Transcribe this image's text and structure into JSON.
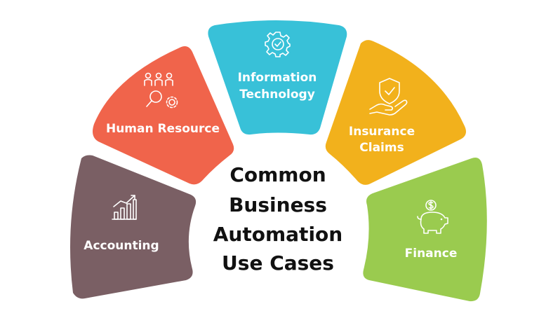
{
  "center": {
    "lines": [
      "Common",
      "Business",
      "Automation",
      "Use Cases"
    ]
  },
  "segments": [
    {
      "label": "Accounting",
      "color": "#7a5f64",
      "icon": "growth-chart-icon"
    },
    {
      "label": "Human Resource",
      "color": "#f0644b",
      "icon": "team-search-icon"
    },
    {
      "label": "Information",
      "label2": "Technology",
      "color": "#38c1d8",
      "icon": "gear-check-icon"
    },
    {
      "label": "Insurance",
      "label2": "Claims",
      "color": "#f2b11c",
      "icon": "shield-hand-icon"
    },
    {
      "label": "Finance",
      "color": "#9acb4f",
      "icon": "piggy-bank-icon"
    }
  ]
}
